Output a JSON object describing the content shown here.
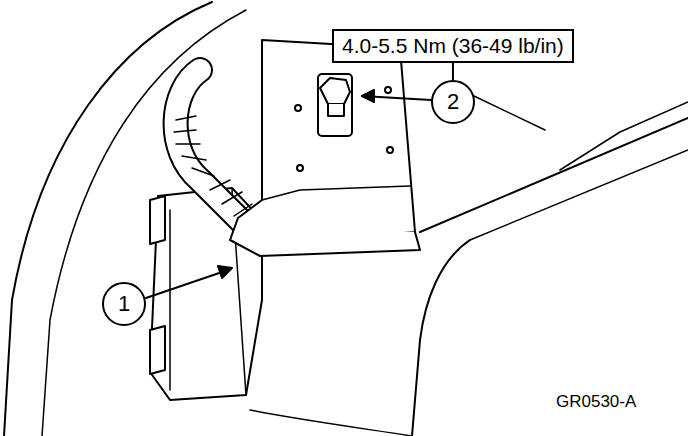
{
  "diagram": {
    "nodes": [
      {
        "text": [
          "4.0-5.5 Nm (36-49 lb/in)"
        ]
      },
      {
        "text": [
          "2"
        ]
      },
      {
        "text": [
          "1"
        ]
      }
    ],
    "edges": [
      {
        "from": 0,
        "to": 1,
        "arrow": "none"
      }
    ],
    "labels": [
      "GR0530-A"
    ]
  }
}
